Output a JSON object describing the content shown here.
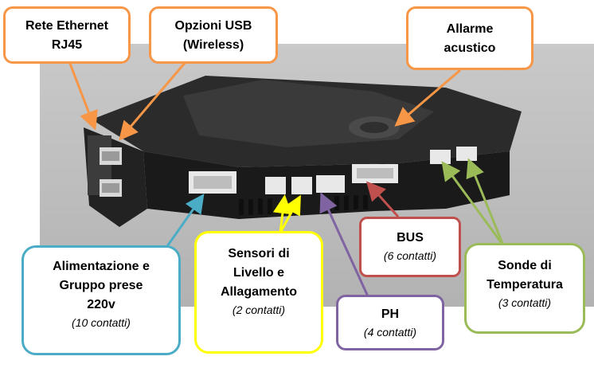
{
  "labels": {
    "ethernet": {
      "line1": "Rete Ethernet",
      "line2": "RJ45"
    },
    "usb": {
      "line1": "Opzioni USB",
      "line2": "(Wireless)"
    },
    "alarm": {
      "line1": "Allarme",
      "line2": "acustico"
    },
    "power": {
      "line1": "Alimentazione e",
      "line2": "Gruppo prese",
      "line3": "220v",
      "sub": "(10 contatti)"
    },
    "level": {
      "line1": "Sensori di",
      "line2": "Livello e",
      "line3": "Allagamento",
      "sub": "(2 contatti)"
    },
    "ph": {
      "line1": "PH",
      "sub": "(4 contatti)"
    },
    "bus": {
      "line1": "BUS",
      "sub": "(6 contatti)"
    },
    "temp": {
      "line1": "Sonde di",
      "line2": "Temperatura",
      "sub": "(3 contatti)"
    }
  },
  "colors": {
    "orange": "#f79646",
    "blue": "#4bacc6",
    "yellow": "#ffff00",
    "purple": "#8064a2",
    "red": "#c0504d",
    "green": "#9bbb59"
  }
}
